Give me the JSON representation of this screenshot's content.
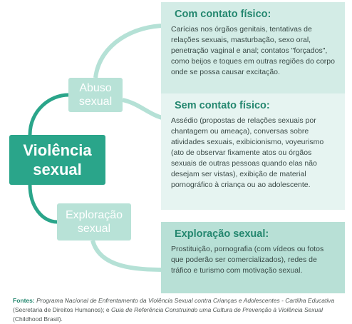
{
  "center": {
    "label": "Violência\nsexual"
  },
  "branches": [
    {
      "label": "Abuso\nsexual"
    },
    {
      "label": "Exploração\nsexual"
    }
  ],
  "panels": [
    {
      "title": "Com contato físico:",
      "text": "Carícias nos órgãos genitais, tentativas de relações sexuais, masturbação, sexo oral, penetração vaginal e anal; contatos \"forçados\", como beijos e toques em outras regiões do corpo onde se possa causar excitação."
    },
    {
      "title": "Sem contato físico:",
      "text": "Assédio (propostas de relações sexuais por chantagem ou ameaça), conversas sobre atividades sexuais, exibicionismo, voyeurismo (ato de observar fixamente atos ou órgãos sexuais de outras pessoas quando elas não desejam ser vistas), exibição de material pornográfico à criança ou ao adolescente."
    },
    {
      "title": "Exploração sexual:",
      "text": "Prostituição, pornografia (com vídeos ou fotos que poderão ser comercializados), redes de tráfico e turismo com motivação sexual."
    }
  ],
  "sources": {
    "label": "Fontes:",
    "source1_title": "Programa Nacional de Enfrentamento da Violência Sexual contra Crianças e Adolescentes - Cartilha Educativa",
    "source1_org": " (Secretaria de Direitos Humanos); e ",
    "source2_title": "Guia de Referência Construindo uma Cultura de Prevenção à Violência Sexual",
    "source2_org": " (Childhood Brasil)."
  },
  "colors": {
    "main": "#2aa58a",
    "branch": "#b8e2d7",
    "title": "#24876f",
    "connector_dark": "#2aa58a",
    "connector_light": "#b5e1d6"
  }
}
